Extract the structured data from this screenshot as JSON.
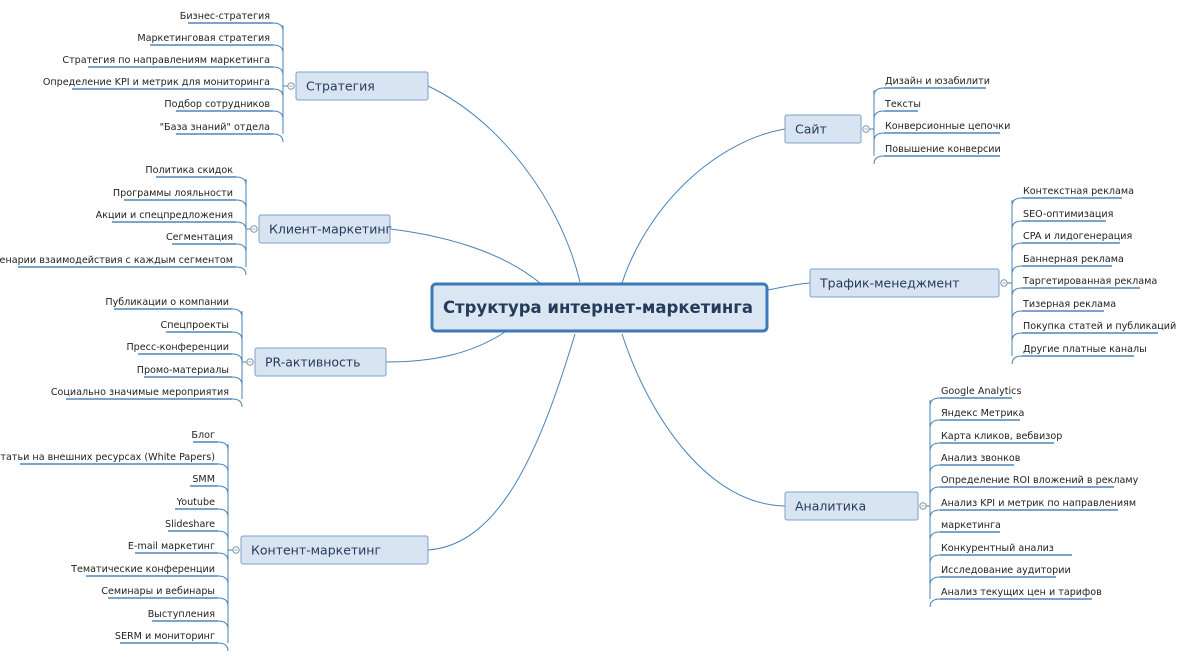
{
  "center": {
    "label": "Структура интернет-маркетинга"
  },
  "branches": [
    {
      "label": "Стратегия",
      "items": [
        "Бизнес-стратегия",
        "Маркетинговая стратегия",
        "Стратегия по направлениям маркетинга",
        "Определение KPI и метрик для мониторинга",
        "Подбор сотрудников",
        "\"База знаний\" отдела"
      ]
    },
    {
      "label": "Клиент-маркетинг",
      "items": [
        "Политика скидок",
        "Программы лояльности",
        "Акции и спецпредложения",
        "Сегментация",
        "Сценарии взаимодействия с каждым сегментом"
      ]
    },
    {
      "label": "PR-активность",
      "items": [
        "Публикации о компании",
        "Спецпроекты",
        "Пресс-конференции",
        "Промо-материалы",
        "Социально значимые мероприятия"
      ]
    },
    {
      "label": "Контент-маркетинг",
      "items": [
        "Блог",
        "Статьи на внешних ресурсах (White Papers)",
        "SMM",
        "Youtube",
        "Slideshare",
        "E-mail маркетинг",
        "Тематические конференции",
        "Семинары и вебинары",
        "Выступления",
        "SERM и мониторинг"
      ]
    },
    {
      "label": "Сайт",
      "items": [
        "Дизайн и юзабилити",
        "Тексты",
        "Конверсионные цепочки",
        "Повышение конверсии"
      ]
    },
    {
      "label": "Трафик-менеджмент",
      "items": [
        "Контекстная реклама",
        "SEO-оптимизация",
        "CPA и лидогенерация",
        "Баннерная реклама",
        "Таргетированная реклама",
        "Тизерная реклама",
        "Покупка статей и публикаций",
        "Другие платные каналы"
      ]
    },
    {
      "label": "Аналитика",
      "items": [
        "Google Analytics",
        "Яндекс Метрика",
        "Карта кликов, вебвизор",
        "Анализ звонков",
        "Определение ROI вложений в рекламу",
        "Анализ KPI и метрик по направлениям",
        "маркетинга",
        "Конкурентный анализ",
        "Исследование аудитории",
        "Анализ текущих цен и тарифов"
      ]
    }
  ]
}
